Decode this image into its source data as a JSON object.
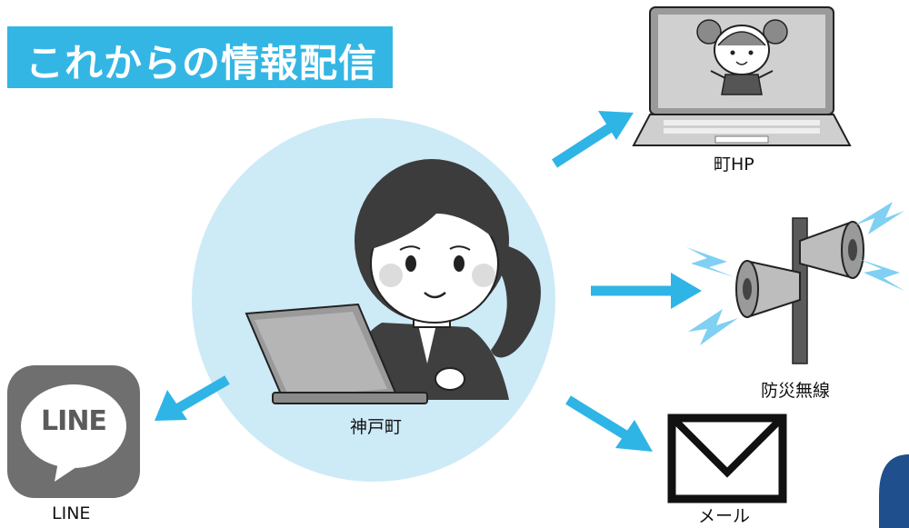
{
  "title": "これからの情報配信",
  "center": {
    "label": "神戸町"
  },
  "channels": {
    "homepage": {
      "label": "町HP"
    },
    "radio": {
      "label": "防災無線"
    },
    "mail": {
      "label": "メール"
    },
    "line": {
      "label": "LINE",
      "logo_text": "LINE"
    }
  },
  "colors": {
    "title_bg": "#34b6e4",
    "circle_bg": "#cdeaf7",
    "arrow": "#2fb4e6",
    "sound_waves": "#7fd0f2",
    "accent_tab": "#1f4f8c",
    "icon_gray": "#6f6f6f"
  }
}
